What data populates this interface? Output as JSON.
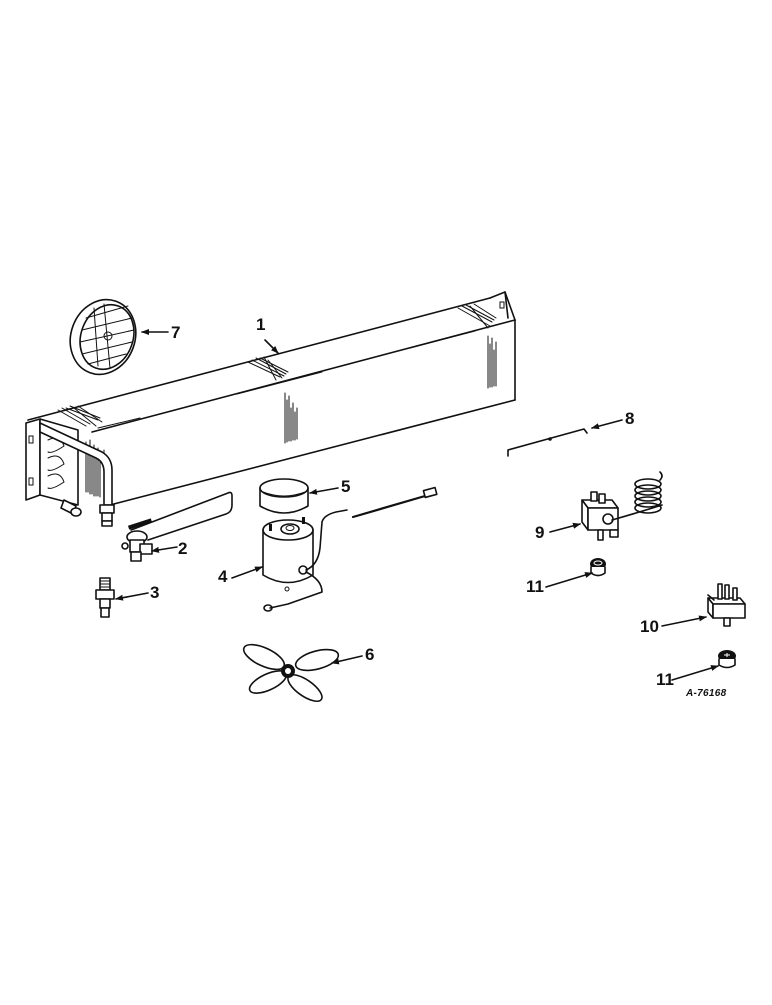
{
  "diagram": {
    "type": "exploded parts illustration",
    "reference_code": "A-76168",
    "colors": {
      "ink": "#111111",
      "background": "#ffffff"
    },
    "callouts": [
      {
        "number": "1",
        "part": "evaporator-coil-housing"
      },
      {
        "number": "2",
        "part": "expansion-valve"
      },
      {
        "number": "3",
        "part": "fitting-connector"
      },
      {
        "number": "4",
        "part": "blower-motor"
      },
      {
        "number": "5",
        "part": "motor-band-ring"
      },
      {
        "number": "6",
        "part": "fan-blade"
      },
      {
        "number": "7",
        "part": "air-outlet-grille"
      },
      {
        "number": "8",
        "part": "wire-rod"
      },
      {
        "number": "9",
        "part": "thermostat-switch-with-coil"
      },
      {
        "number": "10",
        "part": "blower-switch"
      },
      {
        "number": "11",
        "part": "knob"
      },
      {
        "number": "11",
        "part": "knob"
      }
    ]
  }
}
